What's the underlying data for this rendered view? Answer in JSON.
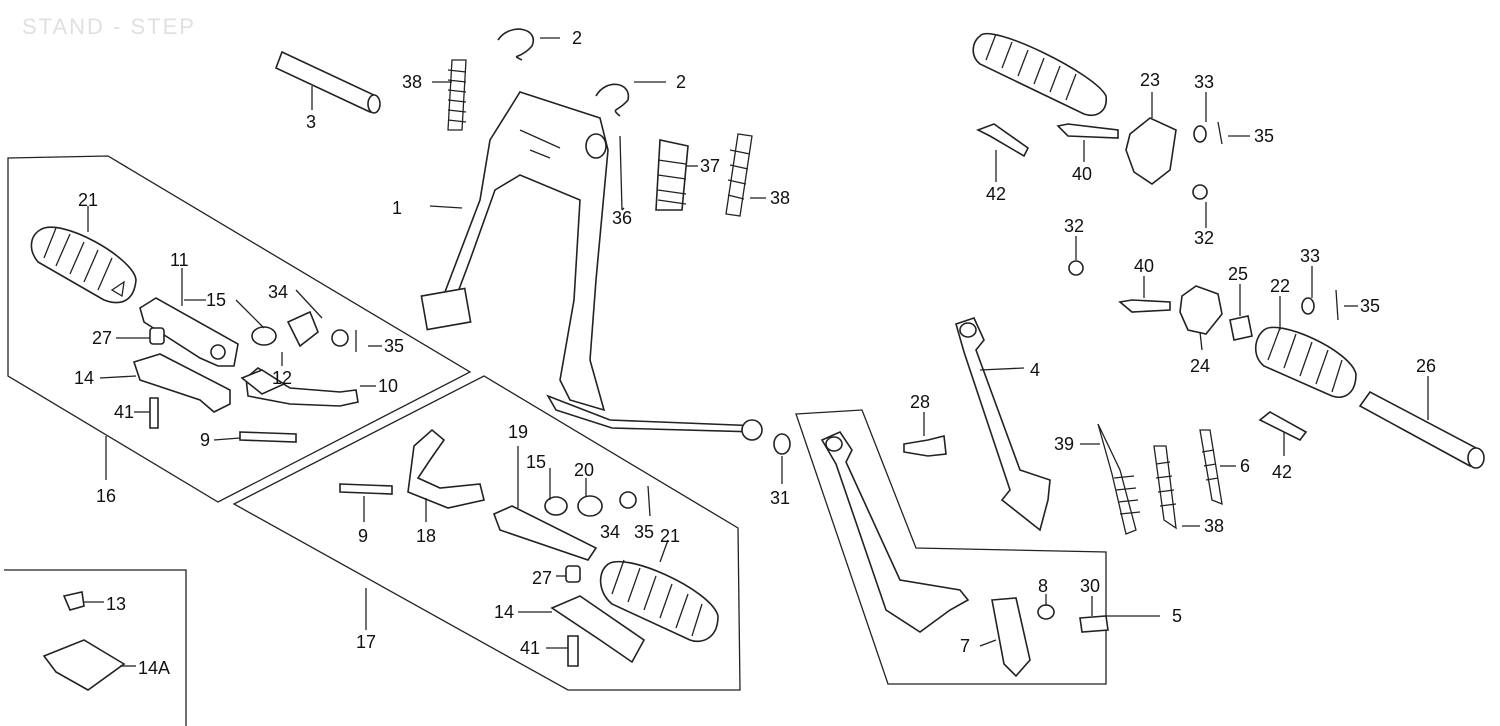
{
  "title": "STAND - STEP",
  "callouts": {
    "c1": "1",
    "c2a": "2",
    "c2b": "2",
    "c3": "3",
    "c4": "4",
    "c5": "5",
    "c6": "6",
    "c7": "7",
    "c8": "8",
    "c9a": "9",
    "c9b": "9",
    "c10": "10",
    "c11": "11",
    "c12": "12",
    "c13": "13",
    "c14a": "14",
    "c14b": "14",
    "c14A": "14A",
    "c15a": "15",
    "c15b": "15",
    "c16": "16",
    "c17": "17",
    "c18": "18",
    "c19": "19",
    "c20": "20",
    "c21a": "21",
    "c21b": "21",
    "c22": "22",
    "c23": "23",
    "c24": "24",
    "c25": "25",
    "c26": "26",
    "c27a": "27",
    "c27b": "27",
    "c28": "28",
    "c30": "30",
    "c31": "31",
    "c32a": "32",
    "c32b": "32",
    "c33a": "33",
    "c33b": "33",
    "c34a": "34",
    "c34b": "34",
    "c35a": "35",
    "c35b": "35",
    "c35c": "35",
    "c35d": "35",
    "c36": "36",
    "c37": "37",
    "c38a": "38",
    "c38b": "38",
    "c38c": "38",
    "c39": "39",
    "c40a": "40",
    "c40b": "40",
    "c41a": "41",
    "c41b": "41",
    "c42a": "42",
    "c42b": "42"
  }
}
